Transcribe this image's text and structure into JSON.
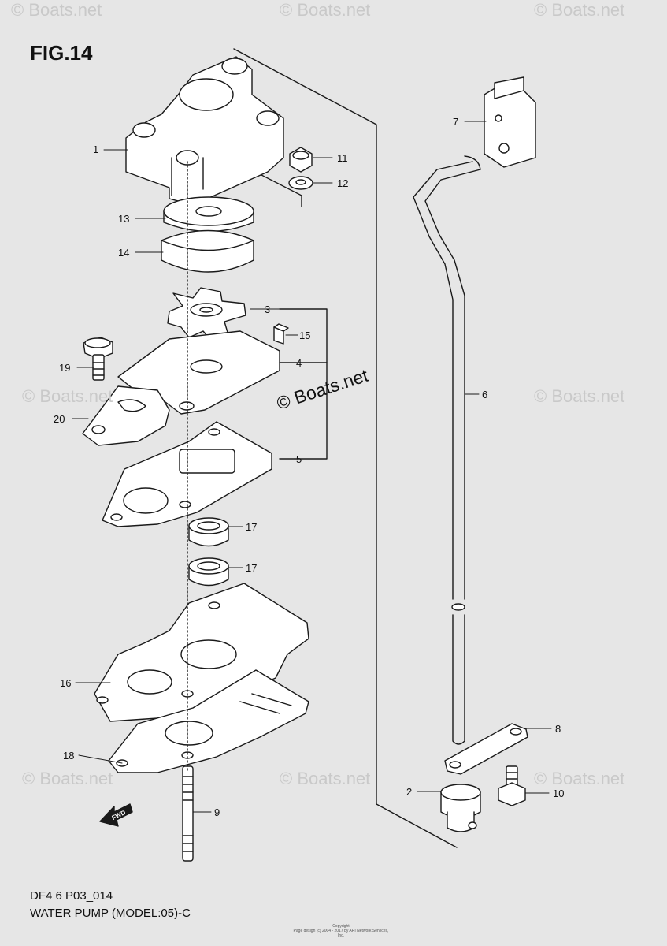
{
  "figure": {
    "title": "FIG.14",
    "code": "DF4 6 P03_014",
    "description": "WATER PUMP (MODEL:05)-C"
  },
  "watermark": {
    "text": "© Boats.net",
    "main_text": "© Boats.net"
  },
  "copyright": {
    "line1": "Copyright",
    "line2": "Page design (c) 2004 - 2017 by ARI Network Services, Inc."
  },
  "direction_label": "FWD",
  "callouts": [
    "1",
    "11",
    "12",
    "13",
    "14",
    "7",
    "3",
    "15",
    "19",
    "4",
    "20",
    "5",
    "6",
    "17",
    "17",
    "16",
    "8",
    "18",
    "2",
    "10",
    "9"
  ],
  "colors": {
    "background": "#e6e6e6",
    "line": "#1a1a1a",
    "part_fill": "#ffffff"
  }
}
